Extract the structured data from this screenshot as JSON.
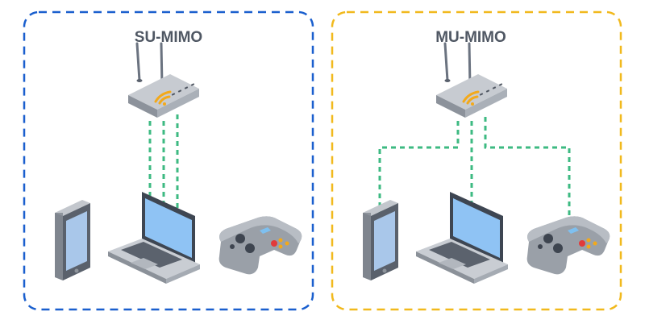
{
  "panels": [
    {
      "title": "SU-MIMO",
      "border_color": "#1a5fce"
    },
    {
      "title": "MU-MIMO",
      "border_color": "#f1b91d"
    }
  ],
  "link_color": "#3dba82",
  "router_light_color": "#f3a91a",
  "devices": [
    "smartphone",
    "laptop",
    "game-controller"
  ],
  "icons": [
    "router-icon",
    "smartphone-icon",
    "laptop-icon",
    "game-controller-icon"
  ]
}
